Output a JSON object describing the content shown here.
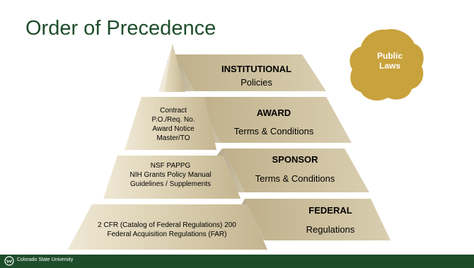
{
  "title": "Order of Precedence",
  "blob": {
    "line1": "Public",
    "line2": "Laws"
  },
  "right_tiers": [
    {
      "heading": "INSTITUTIONAL",
      "sub": "Policies"
    },
    {
      "heading": "AWARD",
      "sub": "Terms & Conditions"
    },
    {
      "heading": "SPONSOR",
      "sub": "Terms & Conditions"
    },
    {
      "heading": "FEDERAL",
      "sub": "Regulations"
    }
  ],
  "pyramid_tiers": [
    {
      "lines": [
        "Contract",
        "P.O./Req. No.",
        "Award Notice",
        "Master/TO"
      ]
    },
    {
      "lines": [
        "NSF PAPPG",
        "NIH Grants Policy Manual",
        "Guidelines / Supplements"
      ]
    },
    {
      "lines": [
        "2 CFR (Catalog of Federal Regulations) 200",
        "Federal Acquisition Regulations (FAR)"
      ]
    }
  ],
  "footer": {
    "university": "Colorado State University"
  },
  "colors": {
    "title": "#1e4d2b",
    "footer": "#1e4d2b",
    "blob": "#c8a23c",
    "tan_light": "#e2d9c1",
    "tan_dark": "#c2b58f",
    "tan_shadow": "#9e8f66"
  }
}
